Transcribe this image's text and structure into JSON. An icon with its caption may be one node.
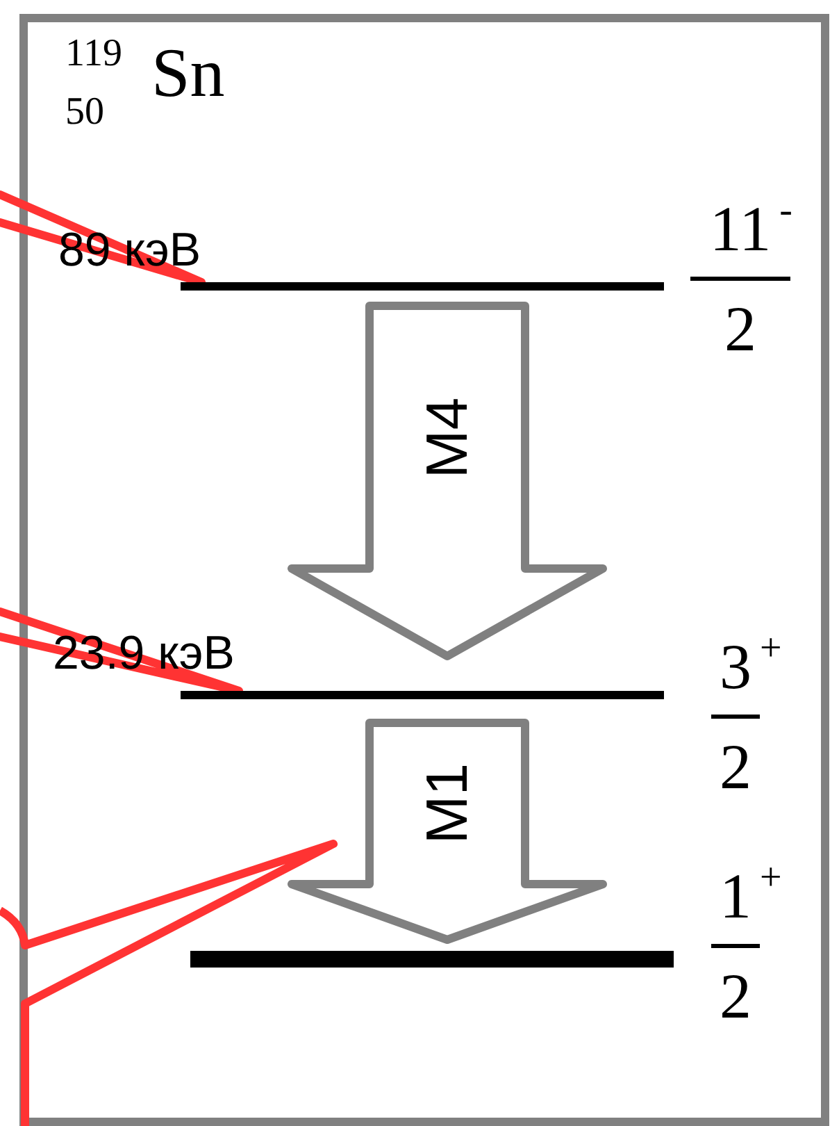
{
  "diagram": {
    "title": "$^{119}$$_{50}$Sn",
    "nodes": [
      {
        "text": [
          "89 кэВ"
        ],
        "beside": [
          "11$^{-}$",
          "2"
        ]
      },
      {
        "text": [
          "23.9 кэВ"
        ],
        "beside": [
          "3$^{+}$",
          "2"
        ]
      },
      {
        "text": [],
        "shape": "bar",
        "beside": [
          "1$^{+}$",
          "2"
        ]
      }
    ],
    "edges": [
      {
        "from": 0,
        "to": 1,
        "arrow": "to",
        "label": "M4"
      },
      {
        "from": 1,
        "to": 2,
        "arrow": "to",
        "label": "M1"
      },
      {
        "from": null,
        "to": 0,
        "arrow": "none",
        "color": "#ff3333"
      },
      {
        "from": null,
        "to": 1,
        "arrow": "none",
        "color": "#ff3333"
      }
    ]
  }
}
